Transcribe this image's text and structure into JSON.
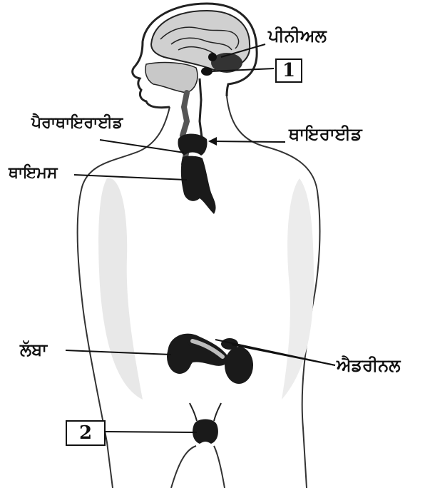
{
  "labels": {
    "pineal": "ਪੀਨੀਅਲ",
    "parathyroid": "ਪੈਰਾਥਾਇਰਾਈਡ",
    "thyroid": "ਥਾਇਰਾਈਡ",
    "thymus": "ਥਾਇਮਸ",
    "pancreas": "ਲੱਬਾ",
    "adrenal": "ਐਡਰੀਨਲ"
  },
  "boxes": {
    "box1": "1",
    "box2": "2"
  },
  "colors": {
    "ink": "#111111",
    "gland": "#1a1a1a",
    "shade": "#bdbdbd",
    "paper": "#ffffff"
  }
}
